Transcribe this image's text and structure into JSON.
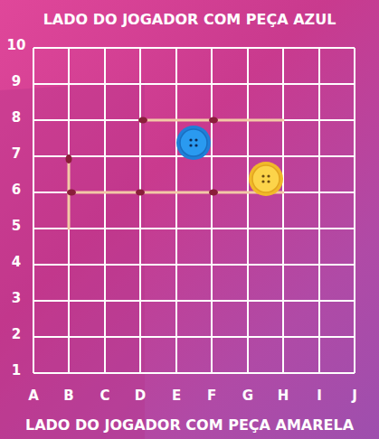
{
  "diagram": {
    "labels": [
      "LADO DO JOGADOR COM PEÇA AZUL",
      "10",
      "9",
      "8",
      "7",
      "6",
      "5",
      "4",
      "3",
      "2",
      "1",
      "A",
      "B",
      "C",
      "D",
      "E",
      "F",
      "G",
      "H",
      "I",
      "J",
      "LADO DO JOGADOR COM PEÇA AMARELA"
    ]
  }
}
